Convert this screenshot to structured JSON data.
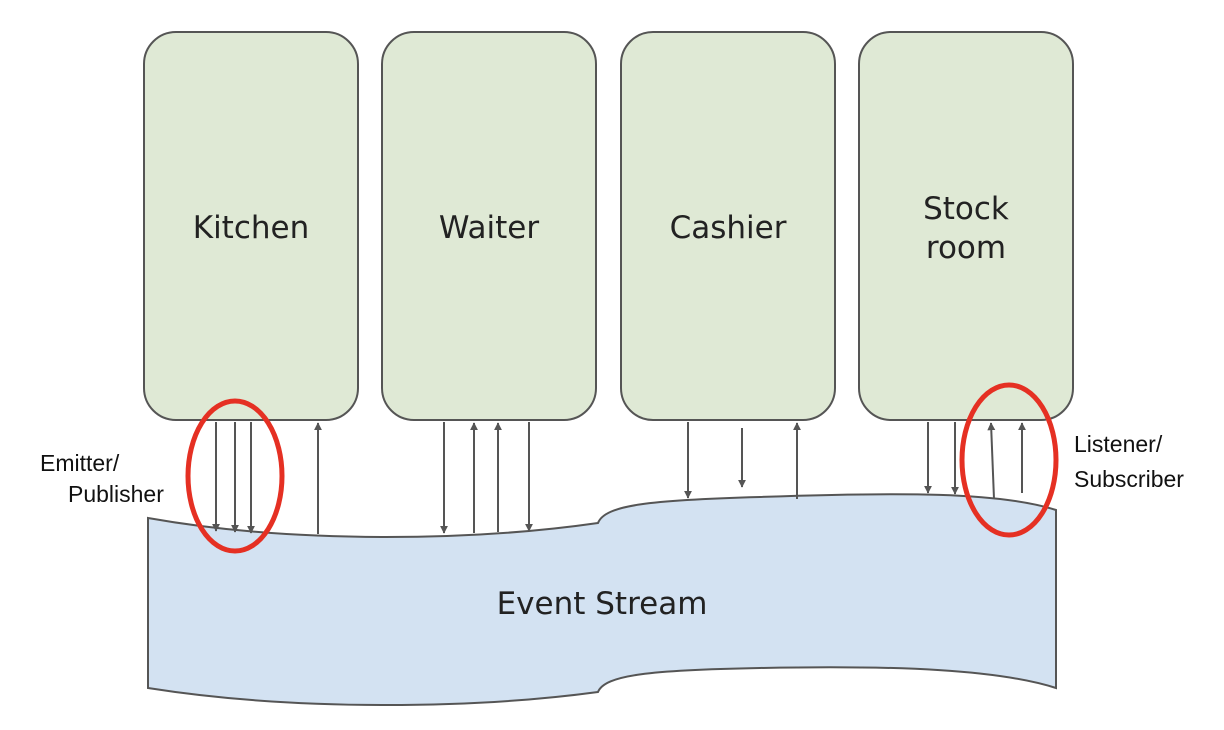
{
  "components": [
    {
      "id": "kitchen",
      "label_lines": [
        "Kitchen"
      ]
    },
    {
      "id": "waiter",
      "label_lines": [
        "Waiter"
      ]
    },
    {
      "id": "cashier",
      "label_lines": [
        "Cashier"
      ]
    },
    {
      "id": "stock-room",
      "label_lines": [
        "Stock",
        "room"
      ]
    }
  ],
  "event_stream": {
    "label": "Event Stream"
  },
  "annotations": {
    "emitter": [
      "Emitter/",
      "Publisher"
    ],
    "listener": [
      "Listener/",
      "Subscriber"
    ]
  },
  "colors": {
    "box_fill": "#dfe9d5",
    "box_stroke": "#555555",
    "stream_fill": "#d3e2f2",
    "stream_stroke": "#555555",
    "arrow": "#555555",
    "highlight": "#e53023"
  }
}
